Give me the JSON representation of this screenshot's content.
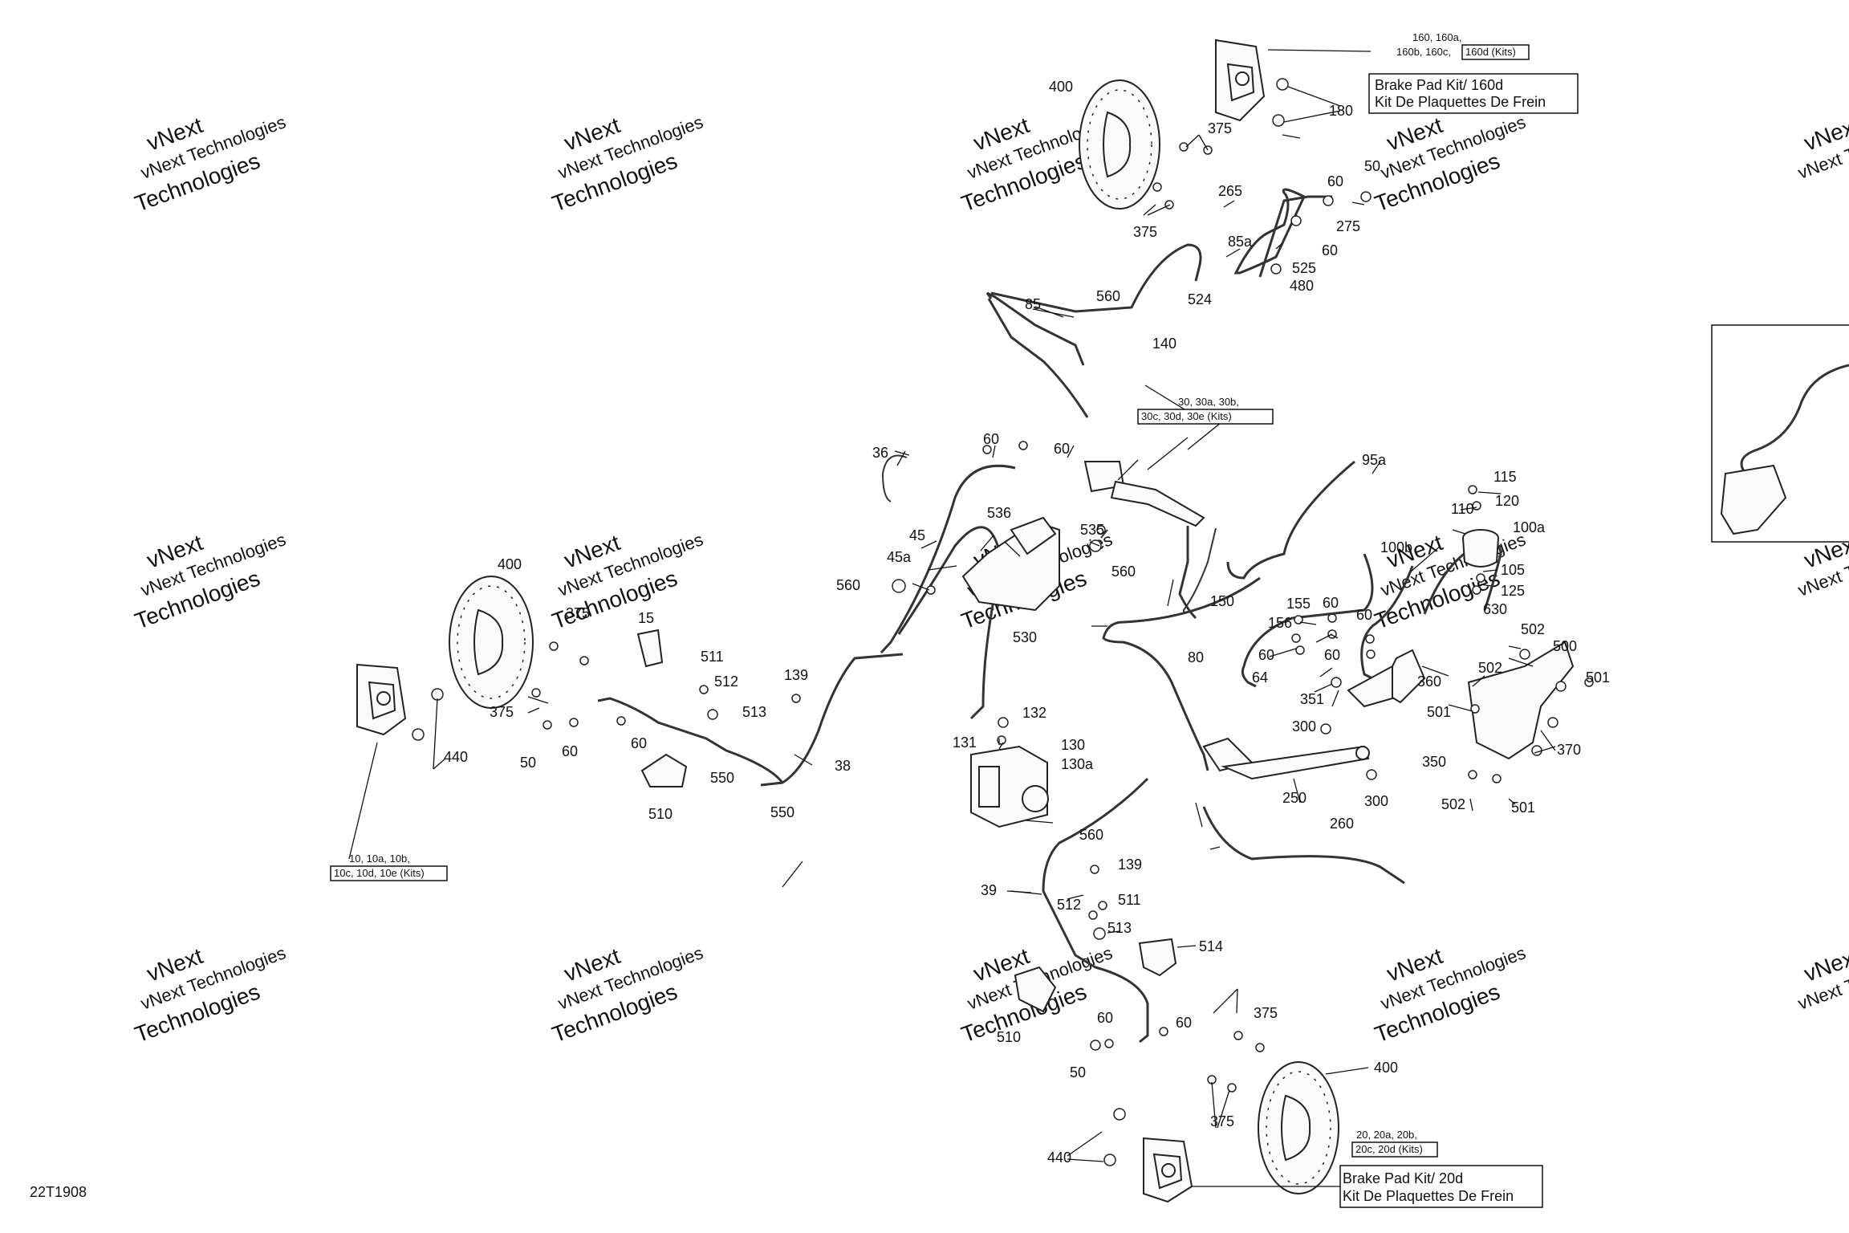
{
  "diagram_code": "22T1908",
  "watermark": {
    "line1": "vNext Technologies",
    "line2": "vNext",
    "line3": "Technologies"
  },
  "kit_boxes": {
    "rear_caliper": {
      "line1": "160, 160a,",
      "line2": "160b, 160c,",
      "boxed": "160d (Kits)"
    },
    "brake_pad_160d": {
      "line1": "Brake Pad Kit/ 160d",
      "line2": "Kit De Plaquettes De Frein"
    },
    "master_cylinder": {
      "line1": "30, 30a, 30b,",
      "boxed": "30c, 30d, 30e (Kits)"
    },
    "left_caliper": {
      "line1": "10, 10a, 10b,",
      "boxed": "10c, 10d, 10e (Kits)"
    },
    "right_caliper": {
      "line1": "20, 20a, 20b,",
      "boxed": "20c, 20d (Kits)"
    },
    "brake_pad_20d": {
      "line1": "Brake Pad Kit/ 20d",
      "line2": "Kit De Plaquettes De Frein"
    }
  },
  "callouts": [
    "400",
    "180",
    "375",
    "265",
    "60",
    "50",
    "275",
    "60",
    "85a",
    "525",
    "480",
    "524",
    "560",
    "85",
    "140",
    "375",
    "36",
    "60",
    "60",
    "95a",
    "115",
    "120",
    "110",
    "100a",
    "45",
    "536",
    "535",
    "100b",
    "105",
    "125",
    "45a",
    "560",
    "560",
    "150",
    "155",
    "60",
    "60",
    "630",
    "156",
    "502",
    "500",
    "80",
    "60",
    "60",
    "64",
    "351",
    "360",
    "502",
    "501",
    "501",
    "300",
    "370",
    "350",
    "250",
    "300",
    "260",
    "502",
    "501",
    "530",
    "400",
    "375",
    "15",
    "511",
    "512",
    "139",
    "513",
    "375",
    "440",
    "50",
    "60",
    "60",
    "132",
    "131",
    "130",
    "130a",
    "38",
    "550",
    "550",
    "510",
    "560",
    "139",
    "39",
    "511",
    "512",
    "513",
    "514",
    "510",
    "60",
    "60",
    "50",
    "375",
    "400",
    "375",
    "440"
  ]
}
